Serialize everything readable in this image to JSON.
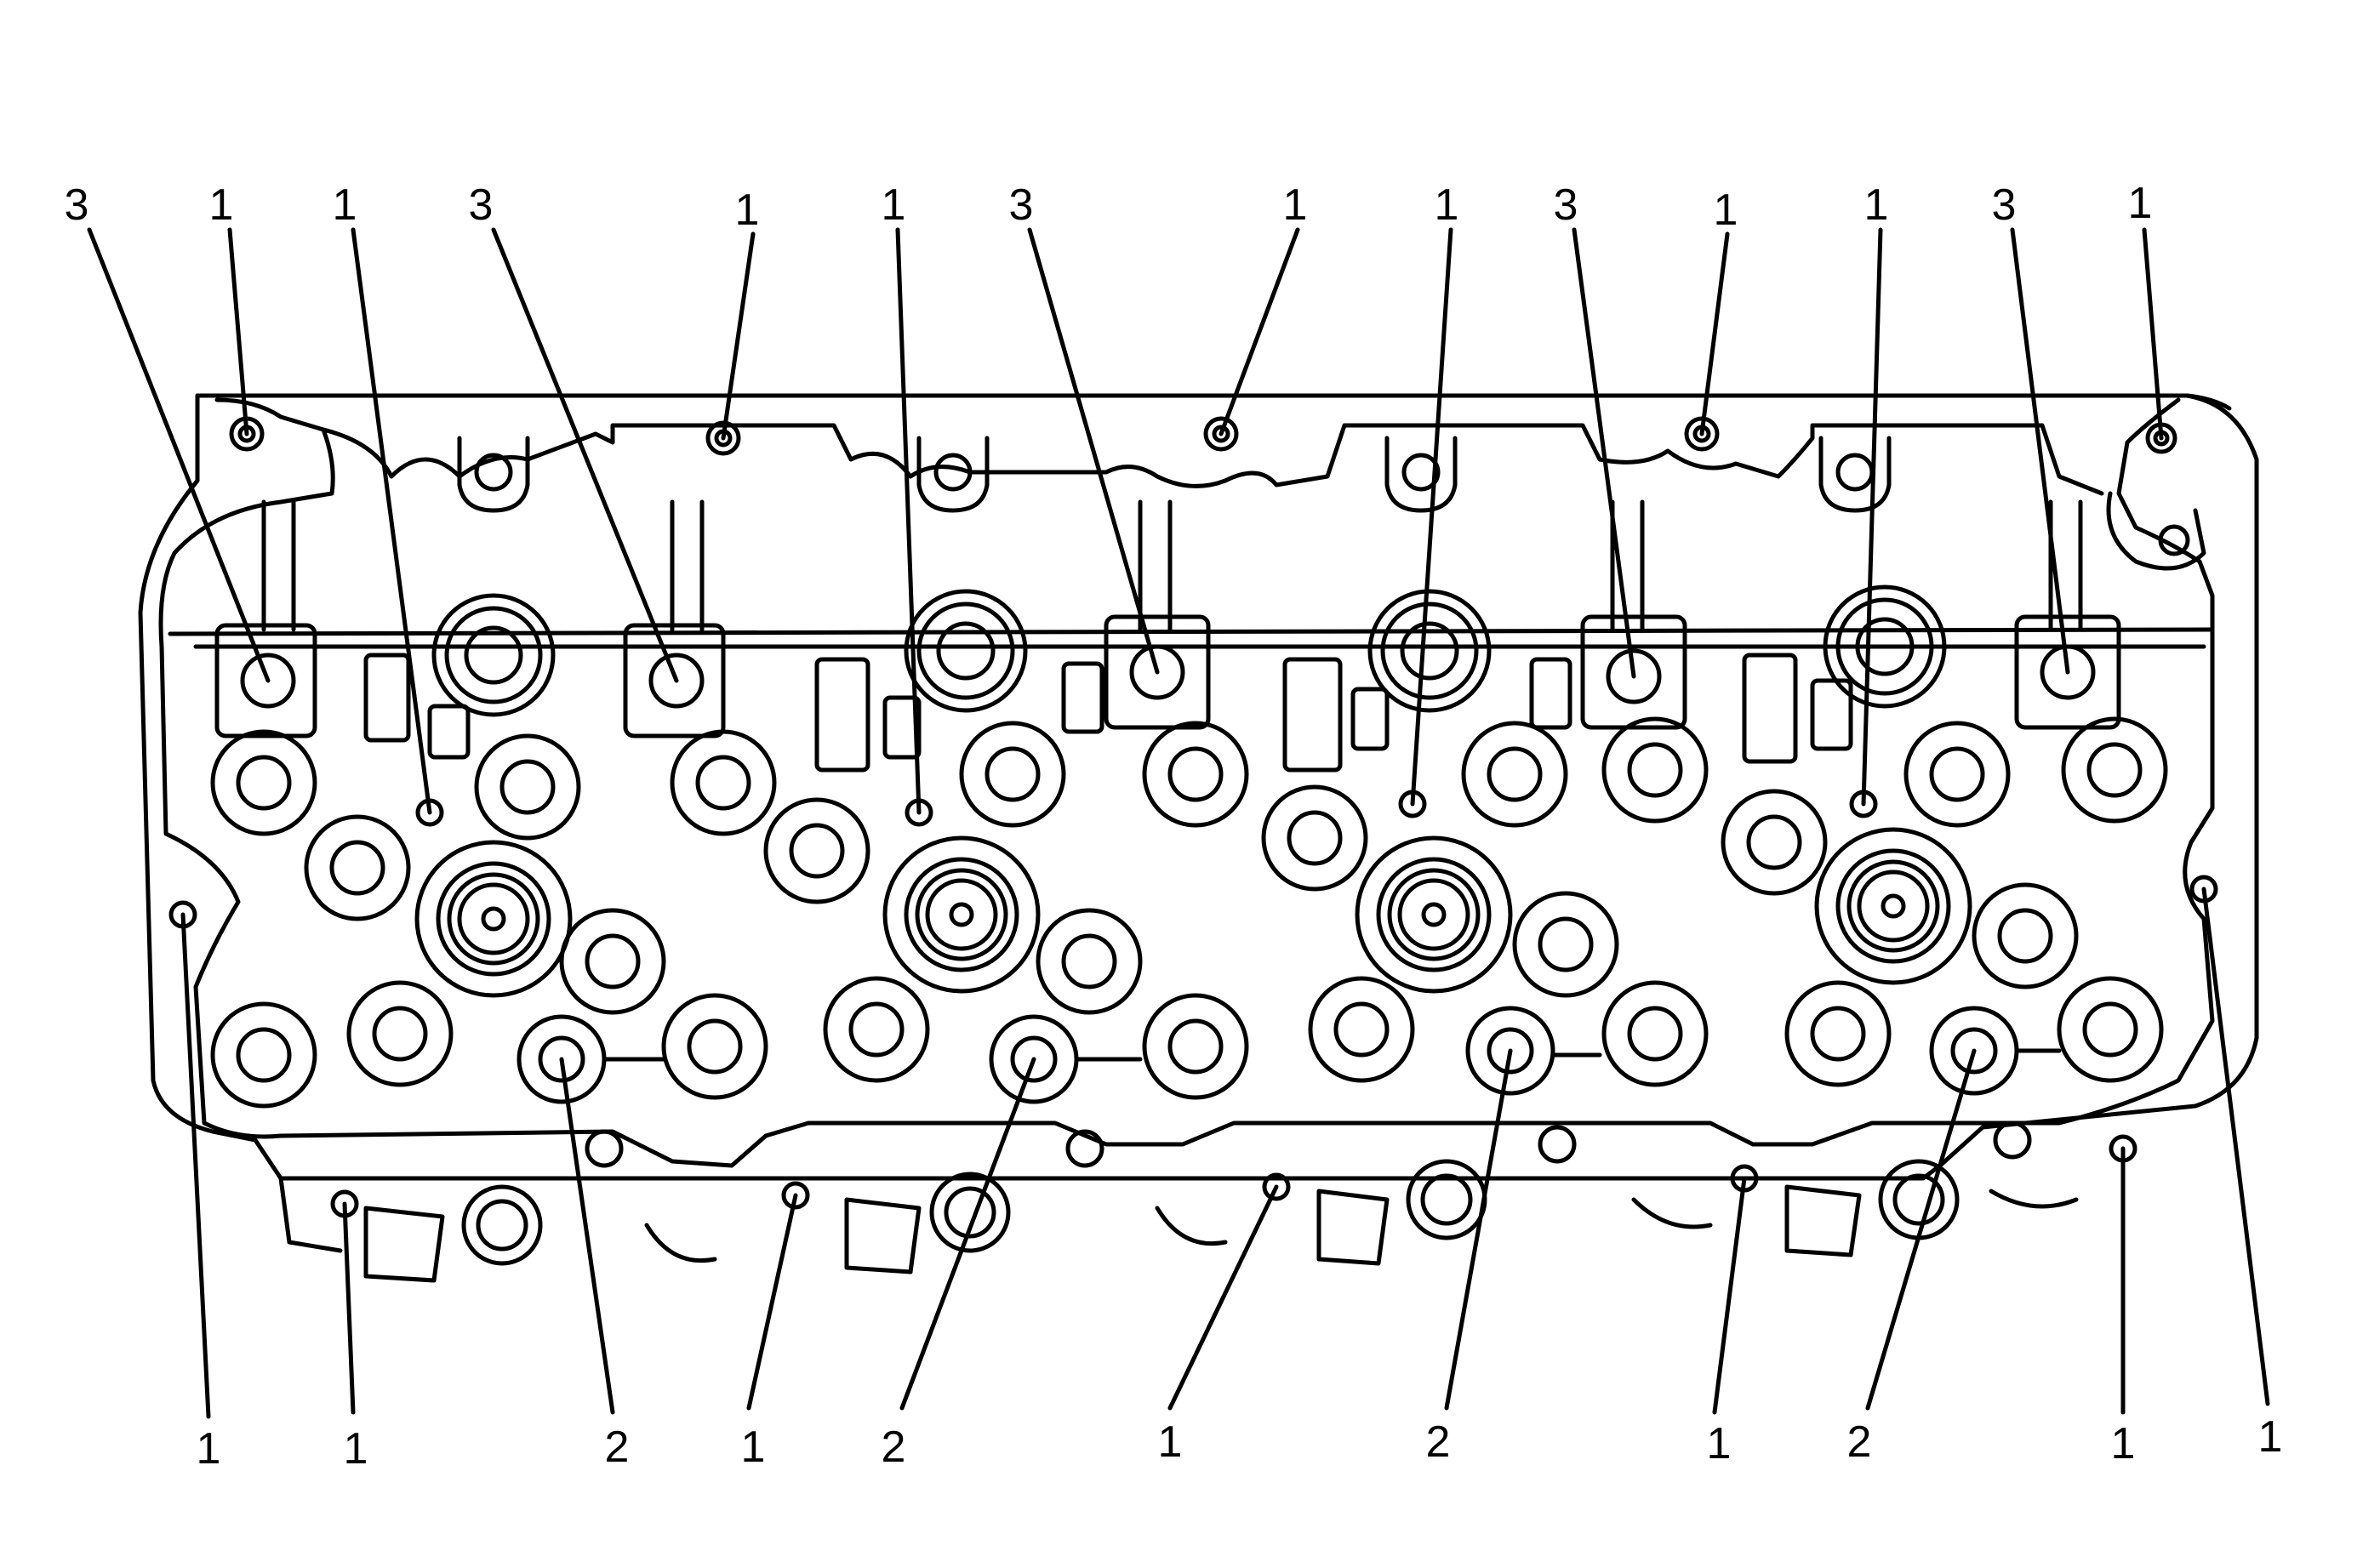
{
  "diagram": {
    "stroke_color": "#000000",
    "background_color": "#ffffff",
    "callouts_top": [
      "3",
      "1",
      "1",
      "3",
      "1",
      "1",
      "3",
      "1",
      "1",
      "3",
      "1",
      "1",
      "3",
      "1"
    ],
    "callouts_bottom": [
      "1",
      "1",
      "2",
      "1",
      "2",
      "1",
      "2",
      "1",
      "2",
      "1",
      "1"
    ]
  }
}
